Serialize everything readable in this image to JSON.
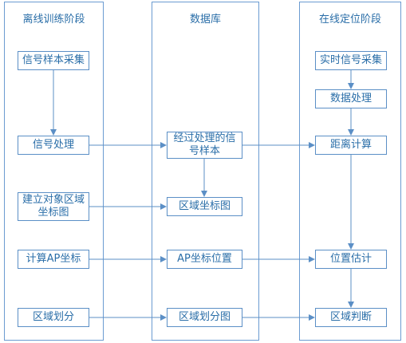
{
  "columns": {
    "offline": {
      "title": "离线训练阶段"
    },
    "database": {
      "title": "数据库"
    },
    "online": {
      "title": "在线定位阶段"
    }
  },
  "boxes": {
    "signal_sampling": "信号样本采集",
    "signal_processing": "信号处理",
    "build_map": "建立对象区域坐标图",
    "calc_ap": "计算AP坐标",
    "region_divide": "区域划分",
    "processed_samples": "经过处理的信号样本",
    "region_coords_map": "区域坐标图",
    "ap_position": "AP坐标位置",
    "region_divide_map": "区域划分图",
    "realtime_sampling": "实时信号采集",
    "data_processing": "数据处理",
    "distance_calc": "距离计算",
    "position_estimate": "位置估计",
    "region_judge": "区域判断"
  },
  "colors": {
    "line": "#5b8fc6",
    "text": "#2a6ea8",
    "border": "#6b9bd1"
  }
}
